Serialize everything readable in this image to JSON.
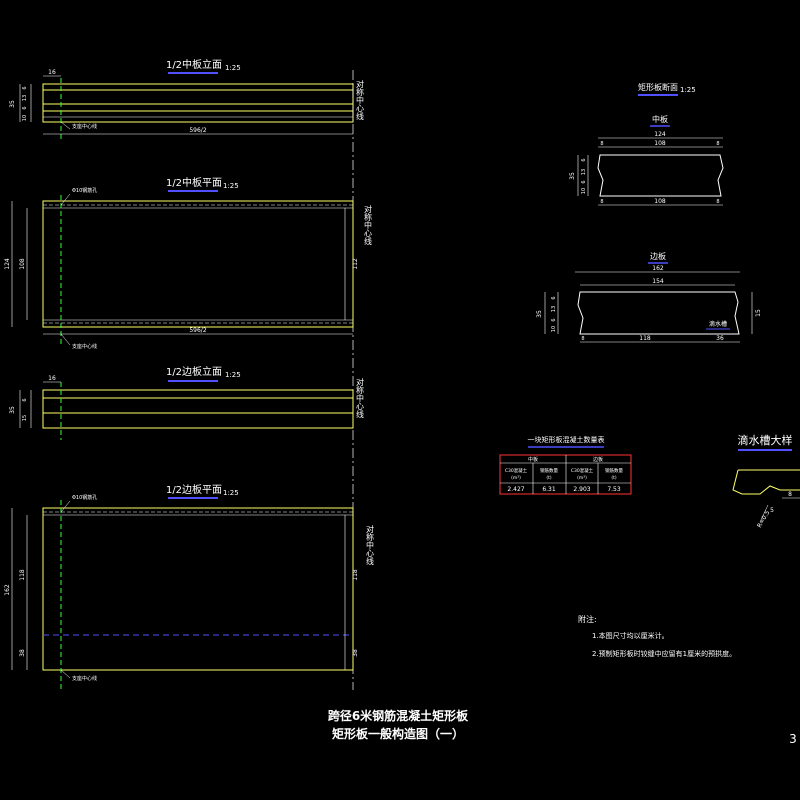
{
  "colors": {
    "background": "#000000",
    "line": "#ffffff",
    "outline": "#ffff66",
    "accent_green": "#33ff33",
    "accent_blue": "#5050ff",
    "accent_red": "#ff3333",
    "magenta": "#ff66ff"
  },
  "views": {
    "mid_elev": {
      "title": "1/2中板立面",
      "scale": "1:25",
      "dims_left": [
        "35",
        "10",
        "6",
        "13",
        "6"
      ],
      "dim_top": "16",
      "dim_bottom": "596/2",
      "note_bottom": "支座中心线"
    },
    "mid_plan": {
      "title": "1/2中板平面",
      "scale": "1:25",
      "dims_left": [
        "124",
        "108"
      ],
      "dim_right": "112",
      "dim_bottom": "596/2",
      "note_top": "Φ10钢筋孔",
      "note_bottom": "支座中心线"
    },
    "edge_elev": {
      "title": "1/2边板立面",
      "scale": "1:25",
      "dims_left": [
        "35",
        "15",
        "6"
      ],
      "dim_top": "16"
    },
    "edge_plan": {
      "title": "1/2边板平面",
      "scale": "1:25",
      "dims_left": [
        "162",
        "118",
        "38"
      ],
      "dim_right": "118",
      "dim_right_bottom": "38",
      "note_top": "Φ10钢筋孔",
      "note_bottom": "支座中心线"
    },
    "symmetry_axis": "对称中心线",
    "section": {
      "title": "矩形板断面",
      "scale": "1:25",
      "mid_label": "中板",
      "mid_dims_top": [
        "124",
        "8",
        "108",
        "8"
      ],
      "mid_dims_bottom": [
        "8",
        "108",
        "8"
      ],
      "mid_dims_left": [
        "35",
        "10",
        "6",
        "13",
        "6"
      ],
      "edge_label": "边板",
      "edge_dims_top": [
        "162",
        "154"
      ],
      "edge_dims_bottom": [
        "8",
        "118",
        "36"
      ],
      "edge_dims_left": [
        "35",
        "10",
        "6",
        "13",
        "6"
      ],
      "drip_label": "滴水槽",
      "edge_dim_right": "15"
    },
    "drip_detail": {
      "title": "滴水槽大样",
      "dims": [
        "8",
        "5",
        "R=0.5"
      ]
    },
    "table": {
      "title": "一块矩形板混凝土数量表",
      "groups": [
        "中板",
        "边板"
      ],
      "headers": [
        "C30混凝土\n(m³)",
        "钢筋数量\n(t)",
        "C30混凝土\n(m³)",
        "钢筋数量\n(t)"
      ],
      "header_lines": [
        [
          "C30混凝土",
          "(m³)"
        ],
        [
          "钢筋数量",
          "(t)"
        ],
        [
          "C30混凝土",
          "(m³)"
        ],
        [
          "钢筋数量",
          "(t)"
        ]
      ],
      "row": [
        "2.427",
        "6.31",
        "2.903",
        "7.53"
      ]
    },
    "notes": {
      "heading": "附注:",
      "items": [
        "1.本图尺寸均以厘米计。",
        "2.预制矩形板时铰缝中应留有1厘米的预拱度。"
      ]
    }
  },
  "title_block": {
    "line1": "跨径6米钢筋混凝土矩形板",
    "line2": "矩形板一般构造图（一）",
    "page_number": "3"
  }
}
